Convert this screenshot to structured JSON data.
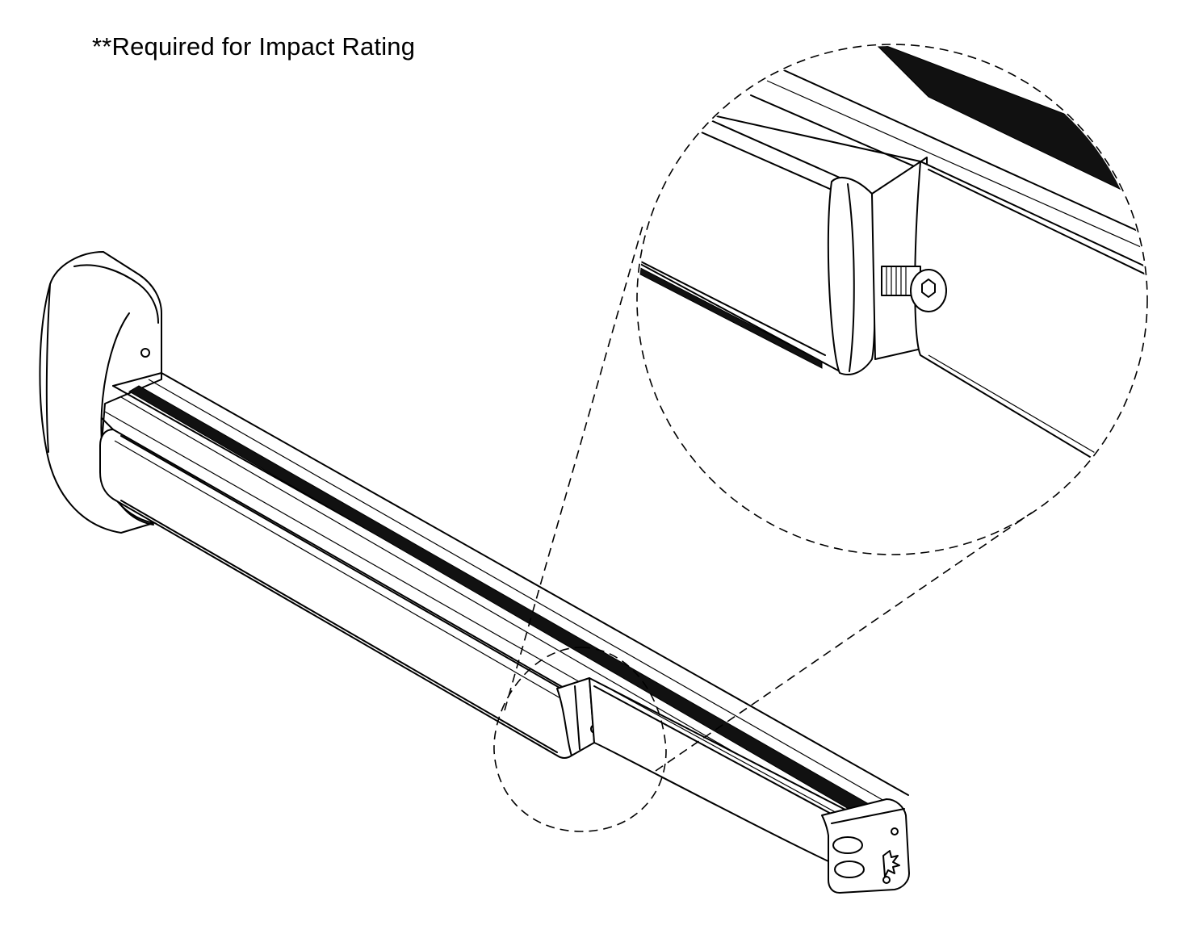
{
  "page": {
    "footnote": "**Required for Impact Rating"
  },
  "drawing": {
    "subject": "exit-device-push-bar",
    "callout": "magnified-detail-of-fastener",
    "colors": {
      "line": "#000000",
      "background": "#ffffff"
    }
  }
}
